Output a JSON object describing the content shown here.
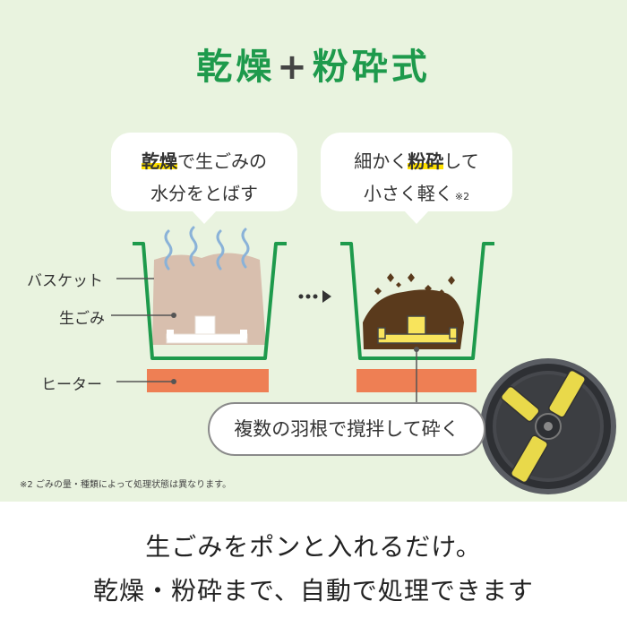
{
  "title": {
    "part1": "乾燥",
    "plus": "+",
    "part2": "粉砕式"
  },
  "bubble_dry": {
    "highlight": "乾燥",
    "line1_rest": "で生ごみの",
    "line2": "水分をとばす"
  },
  "bubble_crush": {
    "line1_before": "細かく",
    "highlight": "粉砕",
    "line1_after": "して",
    "line2": "小さく軽く",
    "note_mark": "※2"
  },
  "labels": {
    "basket": "バスケット",
    "food_waste": "生ごみ",
    "heater": "ヒーター"
  },
  "stir_caption": "複数の羽根で撹拌して砕く",
  "footnote": "※2 ごみの量・種類によって処理状態は異なります。",
  "bottom": {
    "line1": "生ごみをポンと入れるだけ。",
    "line2": "乾燥・粉砕まで、自動で処理できます"
  },
  "colors": {
    "panel_bg": "#e9f3df",
    "brand_green": "#1e9a4c",
    "heater": "#ee7f54",
    "highlight": "#ffe100",
    "waste_wet": "#d8bfae",
    "waste_dry": "#5a3a1c"
  }
}
